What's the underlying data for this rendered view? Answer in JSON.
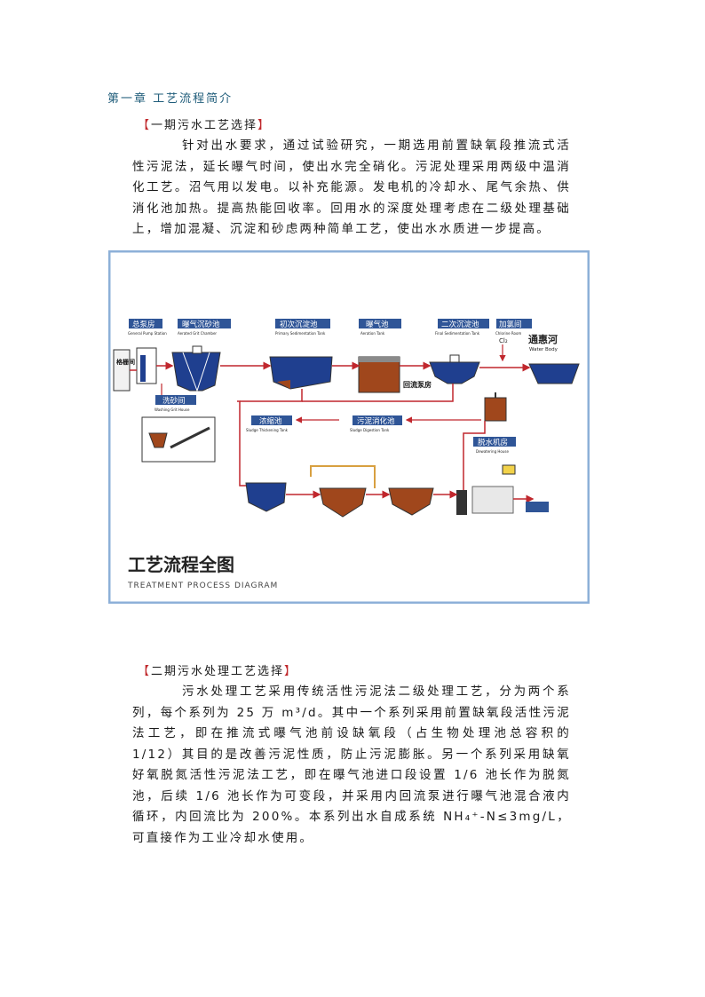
{
  "chapter_title": "第一章  工艺流程简介",
  "section1": {
    "heading_open": "【",
    "heading_text": "一期污水工艺选择",
    "heading_close": "】",
    "paragraph": "针对出水要求，通过试验研究，一期选用前置缺氧段推流式活性污泥法，延长曝气时间，使出水完全硝化。污泥处理采用两级中温消化工艺。沼气用以发电。以补充能源。发电机的冷却水、尾气余热、供消化池加热。提高热能回收率。回用水的深度处理考虑在二级处理基础上，增加混凝、沉淀和砂虑两种简单工艺，使出水水质进一步提高。"
  },
  "diagram": {
    "title_cn": "工艺流程全图",
    "title_en": "TREATMENT PROCESS DIAGRAM",
    "labels": {
      "pump": "总泵房",
      "pump_en": "General Pump Station",
      "grit": "曝气沉砂池",
      "grit_en": "Aerated Grit Chamber",
      "primary": "初次沉淀池",
      "primary_en": "Primary Sedimentation Tank",
      "aeration": "曝气池",
      "aeration_en": "Aeration Tank",
      "final": "二次沉淀池",
      "final_en": "Final Sedimentation Tank",
      "chlorine": "加氯间",
      "chlorine_en": "Chlorine Room",
      "river": "通惠河",
      "river_en": "Water Body",
      "cl2": "Cl₂",
      "screen": "格栅间",
      "washing": "洗砂间",
      "washing_en": "Washing Grit House",
      "return": "回流泵房",
      "thickening": "浓缩池",
      "thickening_en": "Sludge Thickening Tank",
      "digestion": "污泥消化池",
      "digestion_en": "Sludge Digestion Tank",
      "dewatering": "脱水机房",
      "dewatering_en": "Dewatering House"
    },
    "colors": {
      "frame": "#8db0d8",
      "label_bg": "#2f5597",
      "water": "#1f3f8f",
      "sludge": "#a0471c",
      "pipe": "#c0272d"
    }
  },
  "section2": {
    "heading_open": "【",
    "heading_text": "二期污水处理工艺选择",
    "heading_close": "】",
    "paragraph": "污水处理工艺采用传统活性污泥法二级处理工艺，分为两个系列，每个系列为 25 万 m³/d。其中一个系列采用前置缺氧段活性污泥法工艺，即在推流式曝气池前设缺氧段（占生物处理池总容积的 1/12）其目的是改善污泥性质，防止污泥膨胀。另一个系列采用缺氧好氧脱氮活性污泥法工艺，即在曝气池进口段设置 1/6 池长作为脱氮池，后续 1/6 池长作为可变段，并采用内回流泵进行曝气池混合液内循环，内回流比为 200%。本系列出水自成系统 NH₄⁺-N≤3mg/L，可直接作为工业冷却水使用。"
  }
}
